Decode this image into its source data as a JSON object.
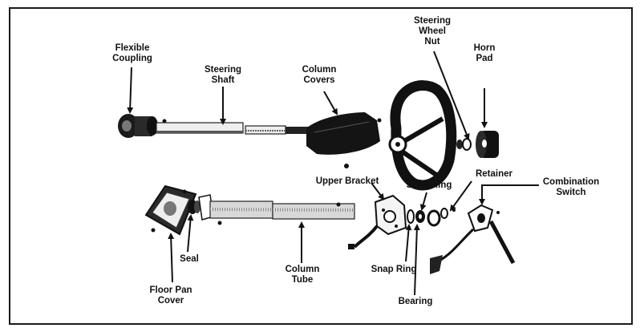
{
  "labels": {
    "flexible_coupling": "Flexible\nCoupling",
    "steering_shaft": "Steering\nShaft",
    "column_covers": "Column\nCovers",
    "steering_wheel_nut": "Steering\nWheel\nNut",
    "horn_pad": "Horn\nPad",
    "upper_bracket": "Upper Bracket",
    "snap_ring_top": "Snap Ring",
    "retainer": "Retainer",
    "combination_switch": "Combination\nSwitch",
    "seal": "Seal",
    "column_tube": "Column\nTube",
    "snap_ring_bottom": "Snap Ring",
    "floor_pan_cover": "Floor Pan\nCover",
    "bearing": "Bearing"
  }
}
